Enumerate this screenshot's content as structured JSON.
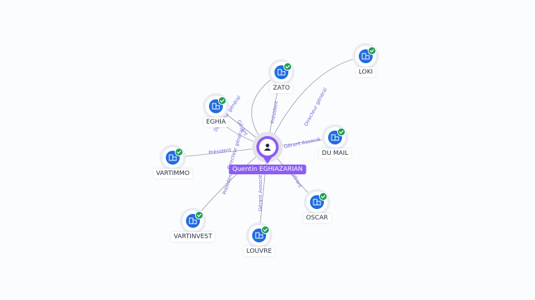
{
  "center": {
    "label": "Quentin EGHIAZARIAN",
    "icon": "person-icon"
  },
  "companies": [
    {
      "key": "zato",
      "label": "ZATO",
      "icon": "company-building-icon",
      "badge": "verified-check-icon"
    },
    {
      "key": "loki",
      "label": "LOKI",
      "icon": "company-building-icon",
      "badge": "verified-check-icon"
    },
    {
      "key": "eghia",
      "label": "EGHIA",
      "icon": "company-building-icon",
      "badge": "verified-check-icon"
    },
    {
      "key": "vartimmo",
      "label": "VARTIMMO",
      "icon": "company-building-icon",
      "badge": "verified-check-icon"
    },
    {
      "key": "dumail",
      "label": "DU MAIL",
      "icon": "company-building-icon",
      "badge": "verified-check-icon"
    },
    {
      "key": "oscar",
      "label": "OSCAR",
      "icon": "company-building-icon",
      "badge": "verified-check-icon"
    },
    {
      "key": "vartinvest",
      "label": "VARTINVEST",
      "icon": "company-building-icon",
      "badge": "verified-check-icon"
    },
    {
      "key": "louvre",
      "label": "LOUVRE",
      "icon": "company-building-icon",
      "badge": "verified-check-icon"
    }
  ],
  "edges": [
    {
      "to": "zato",
      "label": "Président"
    },
    {
      "to": "loki",
      "label": "Directeur général"
    },
    {
      "to": "eghia",
      "label": "Gérant"
    },
    {
      "to": "vartimmo",
      "label": "Président"
    },
    {
      "to": "dumail",
      "label": "Gérant Associé"
    },
    {
      "to": "oscar",
      "label": "Gérant"
    },
    {
      "to": "vartinvest",
      "label": "Président"
    },
    {
      "to": "louvre",
      "label": "Gérant Associé"
    },
    {
      "to": "eghia",
      "label": "Directeur général"
    },
    {
      "to": "zato",
      "label": "Directeur général"
    }
  ],
  "colors": {
    "center": "#8b5cf6",
    "company": "#1f6ce0",
    "verified": "#1f9d55",
    "edge": "#8e95a3",
    "edge_label": "#6f6ad8"
  }
}
